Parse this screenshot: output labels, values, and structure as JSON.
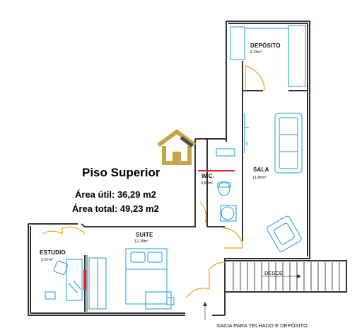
{
  "title": "Piso Superior",
  "areas": {
    "util": "Área útil: 36,29 m2",
    "total": "Área total: 49,23 m2"
  },
  "rooms": {
    "deposito": {
      "name": "DEPÓSITO",
      "area": "4,73m²"
    },
    "sala": {
      "name": "SALA",
      "area": "11,86m²"
    },
    "wc": {
      "name": "W.C.",
      "area": "3,85m²"
    },
    "suite": {
      "name": "SUITE",
      "area": "12,18m²"
    },
    "estudio": {
      "name": "ESTUDIO",
      "area": "3,57m²"
    }
  },
  "stairs_label": "DESCE",
  "exit_label": "SAIDA PARA TELHADO E DEPÓSITO",
  "colors": {
    "furniture": "#1a9bd6",
    "doors": "#f2a20c",
    "walls": "#333333",
    "accent_red": "#e0202a",
    "logo": "#c9a34a"
  }
}
